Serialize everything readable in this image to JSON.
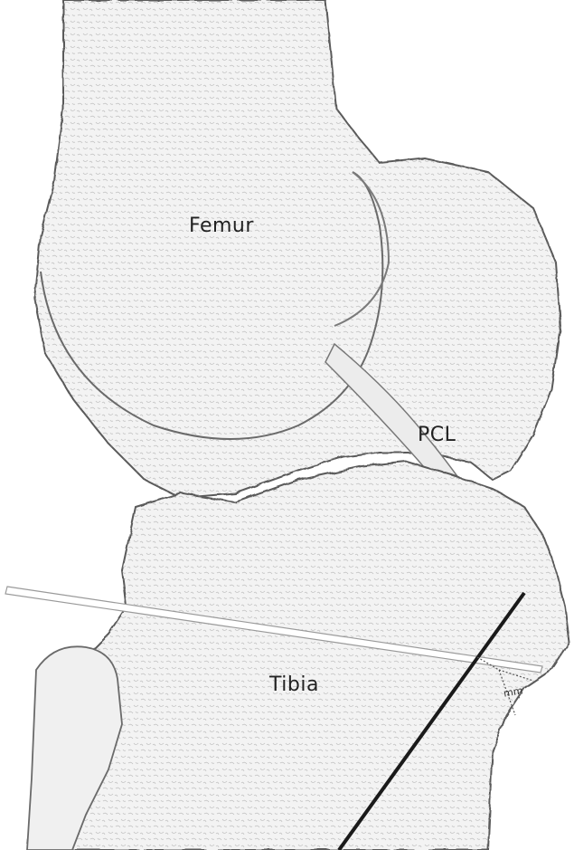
{
  "labels": {
    "femur": "Femur",
    "pcl": "PCL",
    "tibia": "Tibia",
    "measurement_unit": "mm"
  },
  "colors": {
    "background": "#ffffff",
    "bone_fill": "#f3f3f3",
    "bone_edge": "#5a5a5a",
    "label_text": "#222222",
    "axis_line": "#1a1a1a"
  }
}
